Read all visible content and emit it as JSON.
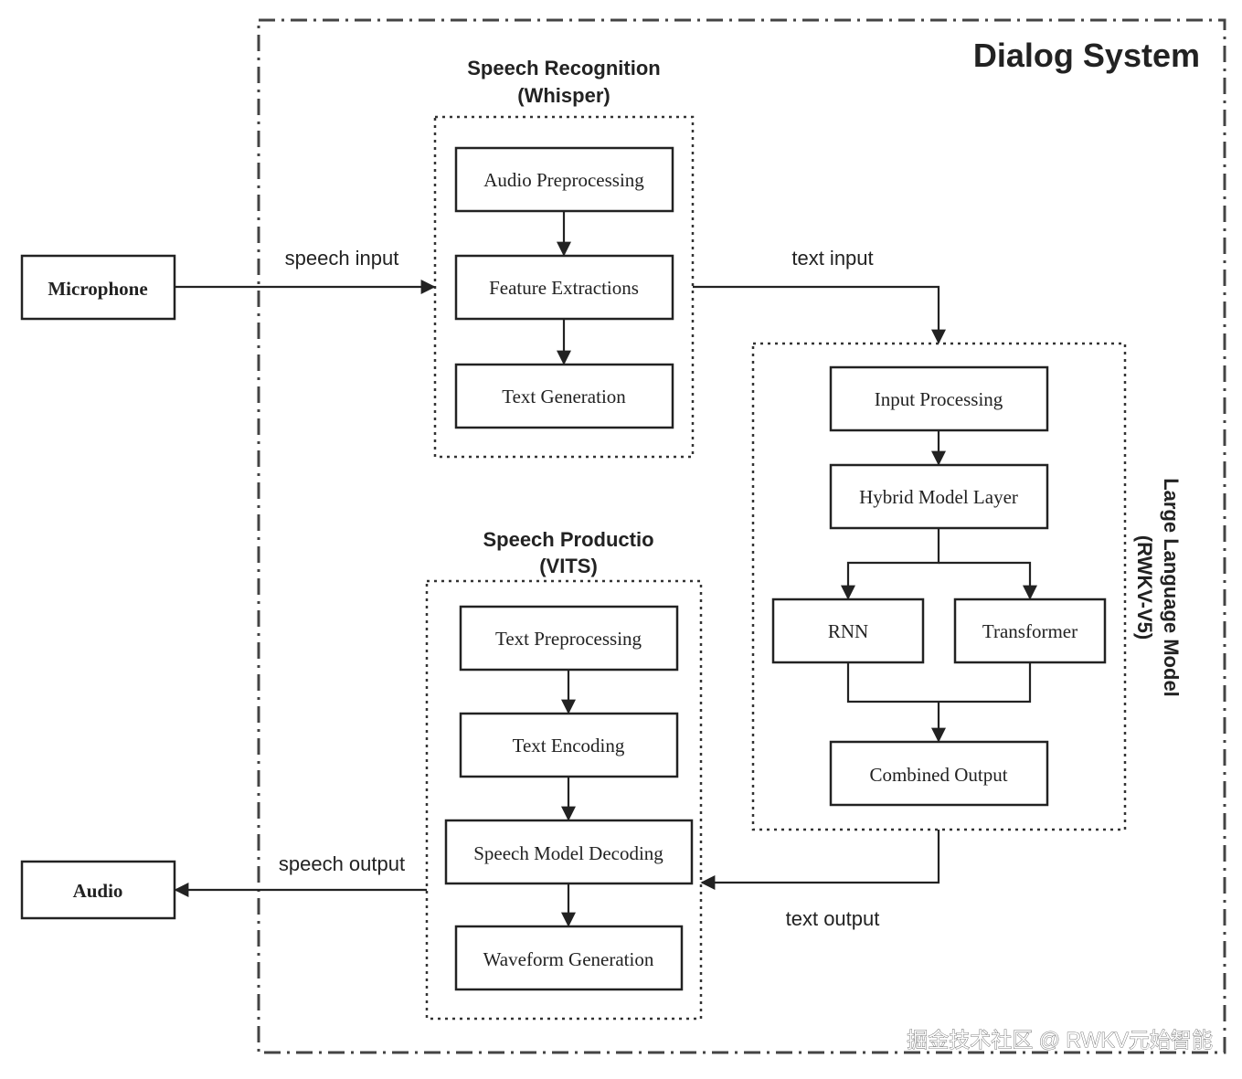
{
  "system": {
    "title": "Dialog System"
  },
  "io": {
    "microphone": "Microphone",
    "audio": "Audio"
  },
  "speech_recognition": {
    "title_line1": "Speech Recognition",
    "title_line2": "(Whisper)",
    "steps": [
      "Audio Preprocessing",
      "Feature Extractions",
      "Text Generation"
    ]
  },
  "llm": {
    "title_line1": "Large Language Model",
    "title_line2": "(RWKV-V5)",
    "input": "Input Processing",
    "hybrid": "Hybrid Model Layer",
    "rnn": "RNN",
    "transformer": "Transformer",
    "output": "Combined Output"
  },
  "speech_production": {
    "title_line1": "Speech Productio",
    "title_line2": "(VITS)",
    "steps": [
      "Text Preprocessing",
      "Text Encoding",
      "Speech Model Decoding",
      "Waveform Generation"
    ]
  },
  "edges": {
    "speech_input": "speech input",
    "text_input": "text input",
    "text_output": "text output",
    "speech_output": "speech output"
  },
  "watermark": "掘金技术社区 @ RWKV元始智能"
}
